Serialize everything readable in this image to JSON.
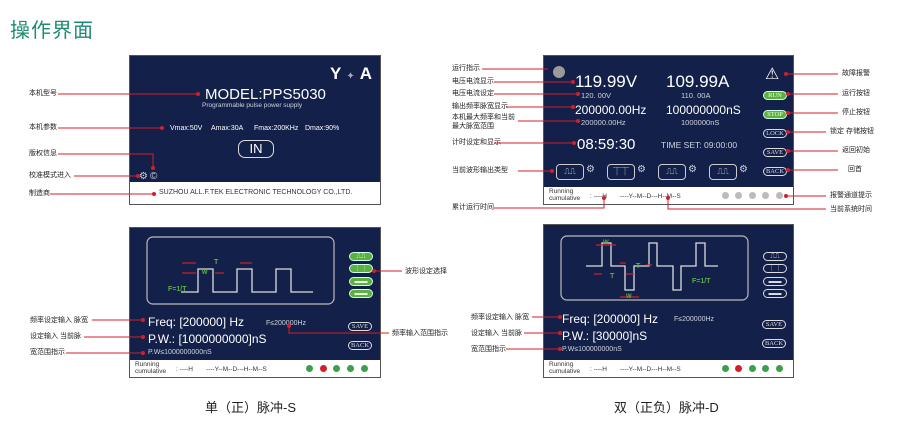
{
  "title": "操作界面",
  "captions": {
    "single": "单（正）脉冲-S",
    "double": "双（正负）脉冲-D"
  },
  "colors": {
    "panel": "#13204a",
    "accent_green": "#5cb040",
    "alarm_red": "#d0202a",
    "title": "#1d8b73"
  },
  "panel1": {
    "logo": "YA",
    "model": "MODEL:PPS5030",
    "subtitle": "Programmable pulse power supply",
    "params": [
      "Vmax:50V",
      "Amax:30A",
      "Fmax:200KHz",
      "Dmax:90%"
    ],
    "in_button": "IN",
    "manufacturer": "SUZHOU  ALL.F.TEK ELECTRONIC TECHNOLOGY CO.,LTD.",
    "labels": {
      "model": "本机型号",
      "params": "本机参数",
      "copyright": "版权信息",
      "calibration": "校准模式进入",
      "maker": "制造商"
    }
  },
  "panel2": {
    "voltage": "119.99V",
    "current": "109.99A",
    "voltage_set": "120. 00V",
    "current_set": "110. 00A",
    "freq": "200000.00Hz",
    "pulse_width": "100000000nS",
    "freq_max": "200000.00Hz",
    "pw_max": "1000000nS",
    "timer": "08:59:30",
    "time_set": "TIME SET:  09:00:00",
    "buttons": {
      "run": "RUN",
      "stop": "STOP",
      "lock": "LOCK",
      "save": "SAVE",
      "back": "BACK"
    },
    "labels_left": [
      "运行指示",
      "电压电流显示",
      "电压电流设定",
      "输出频率脉宽显示",
      "本机最大频率和当前",
      "最大脉宽范围",
      "计时设定和显示",
      "当前波形输出类型",
      "累计运行时间"
    ],
    "labels_right": [
      "故障报警",
      "运行按钮",
      "停止按钮",
      "锁定 存储按钮",
      "返回初始",
      "回首",
      "报警通道提示",
      "当前系统时间"
    ]
  },
  "strip": {
    "running": "Running",
    "cumulative": "cumulative",
    "hours": ":  ----H",
    "datetime": "----Y--M--D---H--M--S"
  },
  "panel3": {
    "wave_labels": {
      "T": "T",
      "w": "w",
      "F": "F=1/T"
    },
    "freq": "Freq: [200000] Hz",
    "freq_range": "F≤200000Hz",
    "pw": "P.W.: [1000000000]nS",
    "pw_range": "P.W≤1000000000nS",
    "save": "SAVE",
    "back": "BACK",
    "labels": {
      "freq": "频率设定输入 脉宽",
      "pw": "设定输入 当前脉",
      "range": "宽范围指示",
      "wave_select": "波形设定选择",
      "freq_range": "频率输入范围指示"
    },
    "alarm_dots": [
      "#3aa04a",
      "#d0202a",
      "#3aa04a",
      "#3aa04a",
      "#3aa04a"
    ]
  },
  "panel4": {
    "wave_labels": {
      "T": "T",
      "W": "W",
      "F": "F=1/T"
    },
    "freq": "Freq: [200000] Hz",
    "freq_range": "F≤200000Hz",
    "pw": "P.W.: [30000]nS",
    "pw_range": "P.W≤100000000nS",
    "save": "SAVE",
    "back": "BACK",
    "labels": {
      "freq": "频率设定输入 脉宽",
      "pw": "设定输入 当前脉",
      "range": "宽范围指示"
    },
    "alarm_dots": [
      "#3aa04a",
      "#d0202a",
      "#3aa04a",
      "#3aa04a",
      "#3aa04a"
    ]
  }
}
